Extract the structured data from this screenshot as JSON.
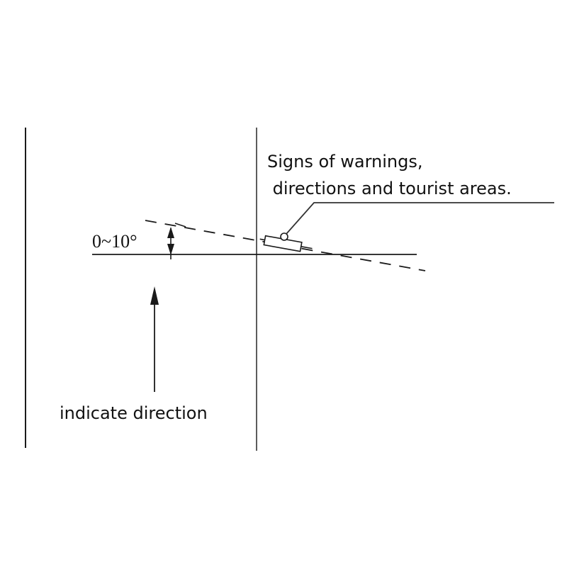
{
  "diagram": {
    "angle_label": "0~10°",
    "callout": {
      "line1": "Signs of warnings,",
      "line2": " directions and tourist areas."
    },
    "direction_label": "indicate direction",
    "colors": {
      "stroke": "#1a1a1a",
      "background": "#ffffff"
    }
  }
}
